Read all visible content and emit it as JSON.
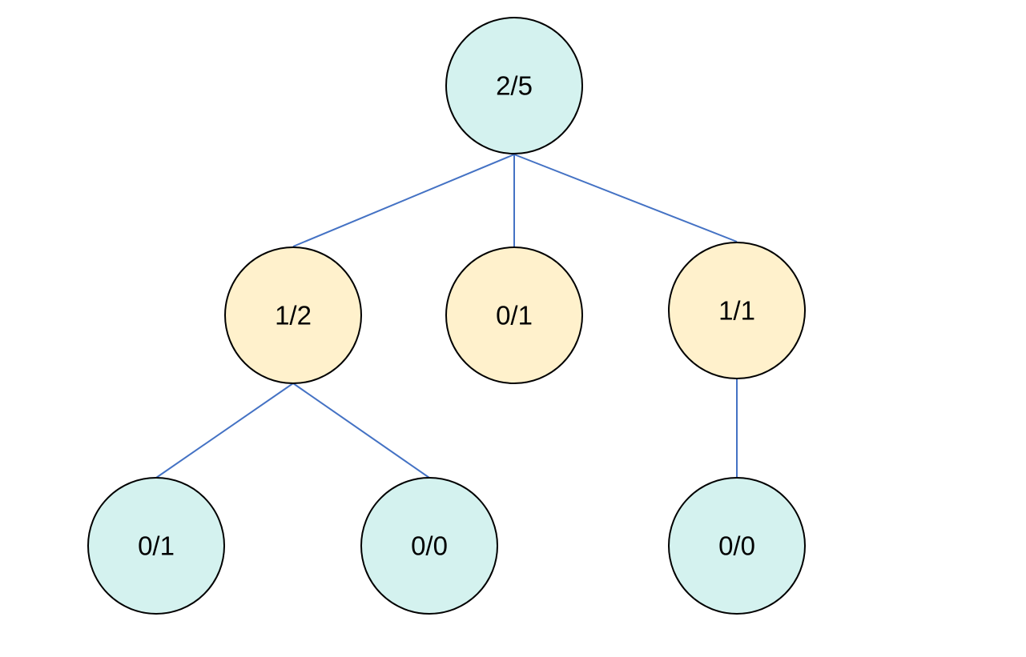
{
  "colors": {
    "edge": "#4472c4",
    "teal_fill": "#d4f2ef",
    "yellow_fill": "#fff1cc",
    "node_stroke": "#000000"
  },
  "nodes": [
    {
      "id": "root",
      "label": "2/5",
      "fill": "teal_fill",
      "parent": null
    },
    {
      "id": "a",
      "label": "1/2",
      "fill": "yellow_fill",
      "parent": "root"
    },
    {
      "id": "b",
      "label": "0/1",
      "fill": "yellow_fill",
      "parent": "root"
    },
    {
      "id": "c",
      "label": "1/1",
      "fill": "yellow_fill",
      "parent": "root"
    },
    {
      "id": "a1",
      "label": "0/1",
      "fill": "teal_fill",
      "parent": "a"
    },
    {
      "id": "a2",
      "label": "0/0",
      "fill": "teal_fill",
      "parent": "a"
    },
    {
      "id": "c1",
      "label": "0/0",
      "fill": "teal_fill",
      "parent": "c"
    }
  ]
}
